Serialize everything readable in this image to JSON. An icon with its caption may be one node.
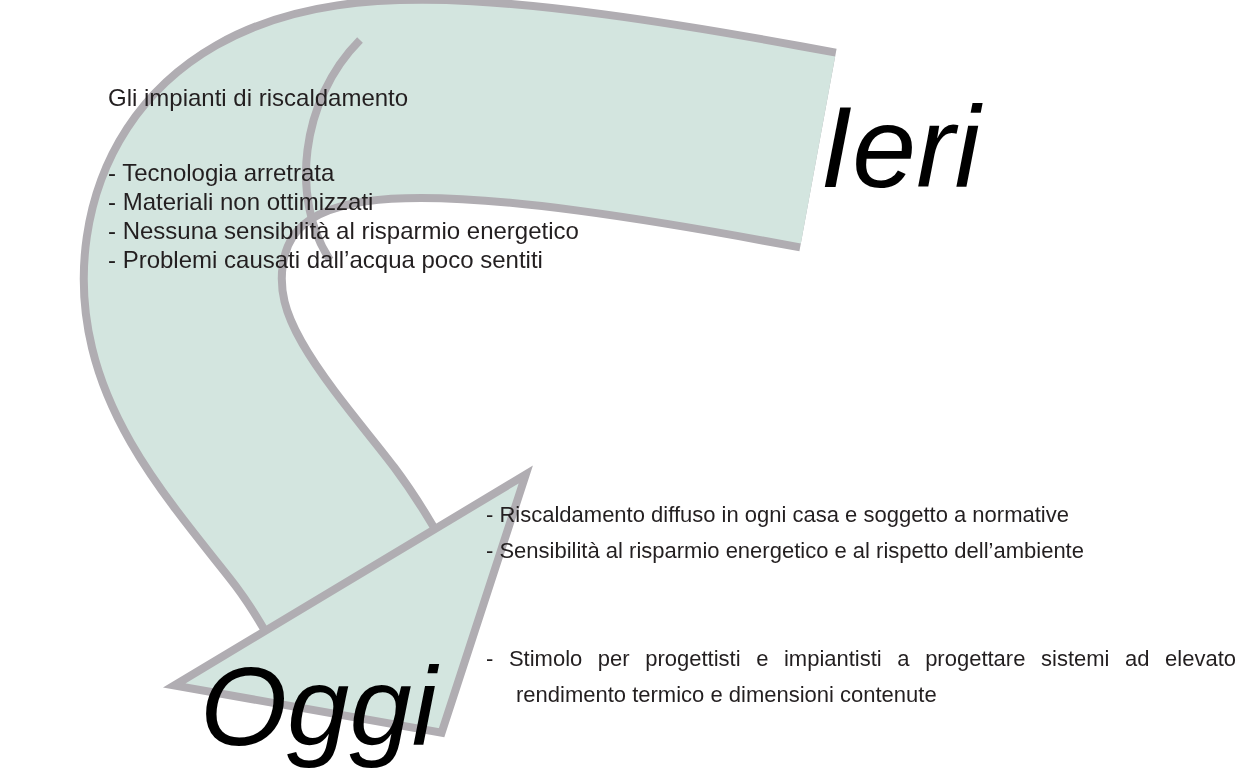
{
  "diagram": {
    "nodes": [
      {
        "text": [
          "Ieri"
        ]
      },
      {
        "text": [
          "Oggi"
        ]
      }
    ],
    "edges": [
      {
        "from": 0,
        "to": 1,
        "arrow": "to"
      }
    ],
    "labels": [
      "Gli impianti di riscaldamento",
      "- Tecnologia arretrata",
      "- Materiali non ottimizzati",
      "- Nessuna sensibilità al risparmio energetico",
      "- Problemi causati dall’acqua poco sentiti",
      "- Riscaldamento diffuso in ogni casa e soggetto a normative",
      "- Sensibilità al risparmio energetico e al rispetto dell’ambiente",
      "- Stimolo per progettisti e impiantisti a progettare sistemi ad elevato rendimento termico e dimensioni contenute"
    ]
  }
}
